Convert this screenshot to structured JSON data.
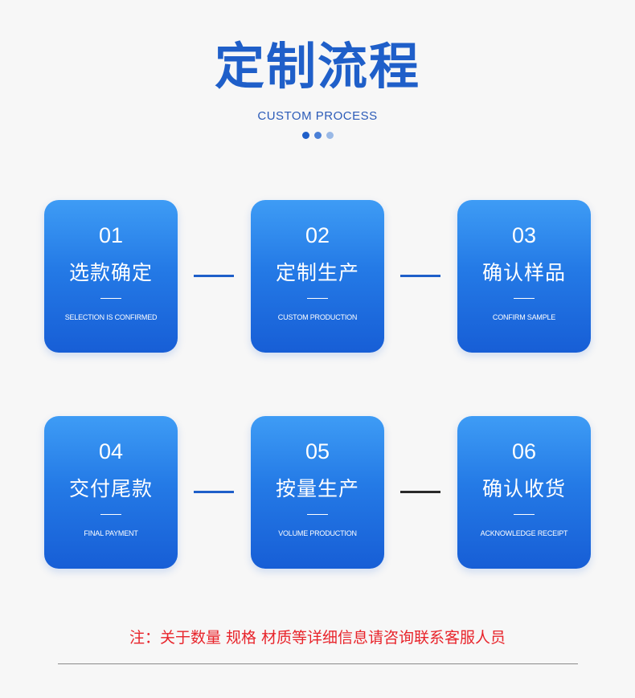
{
  "header": {
    "title": "定制流程",
    "subtitle": "CUSTOM PROCESS"
  },
  "steps": [
    {
      "num": "01",
      "cn": "选款确定",
      "en": "SELECTION IS CONFIRMED"
    },
    {
      "num": "02",
      "cn": "定制生产",
      "en": "CUSTOM PRODUCTION"
    },
    {
      "num": "03",
      "cn": "确认样品",
      "en": "CONFIRM SAMPLE"
    },
    {
      "num": "04",
      "cn": "交付尾款",
      "en": "FINAL PAYMENT"
    },
    {
      "num": "05",
      "cn": "按量生产",
      "en": "VOLUME PRODUCTION"
    },
    {
      "num": "06",
      "cn": "确认收货",
      "en": "ACKNOWLEDGE RECEIPT"
    }
  ],
  "footer": {
    "note": "注：关于数量 规格 材质等详细信息请咨询联系客服人员"
  },
  "colors": {
    "accent": "#1f5fc9",
    "card_top": "#3e9cf5",
    "card_bottom": "#175ed6",
    "note": "#e8242b"
  }
}
